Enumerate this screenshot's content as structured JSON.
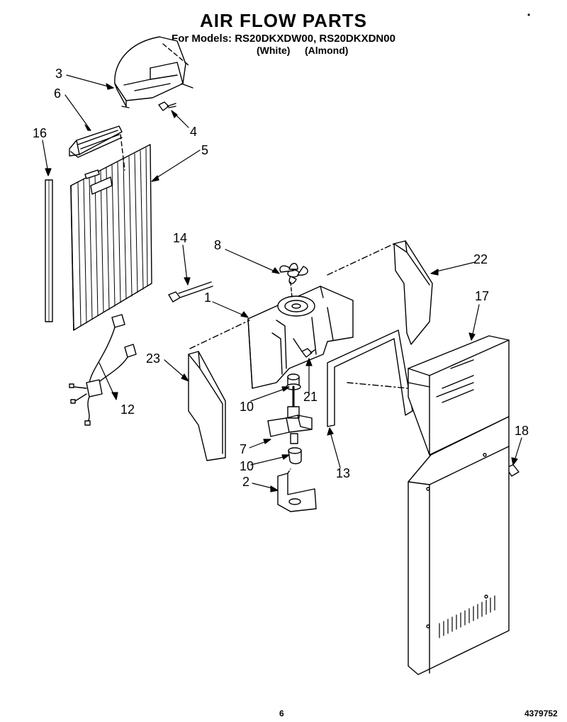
{
  "header": {
    "title": "AIR FLOW PARTS",
    "models_line": "For Models: RS20DKXDW00, RS20DKXDN00",
    "color_white": "(White)",
    "color_almond": "(Almond)",
    "corner_mark": "•"
  },
  "footer": {
    "page_number": "6",
    "part_number": "4379752"
  },
  "callouts": {
    "c1": "1",
    "c2": "2",
    "c3": "3",
    "c4": "4",
    "c5": "5",
    "c6": "6",
    "c7": "7",
    "c8": "8",
    "c10a": "10",
    "c10b": "10",
    "c12": "12",
    "c13": "13",
    "c14": "14",
    "c16": "16",
    "c17": "17",
    "c18": "18",
    "c21": "21",
    "c22": "22",
    "c23": "23"
  }
}
